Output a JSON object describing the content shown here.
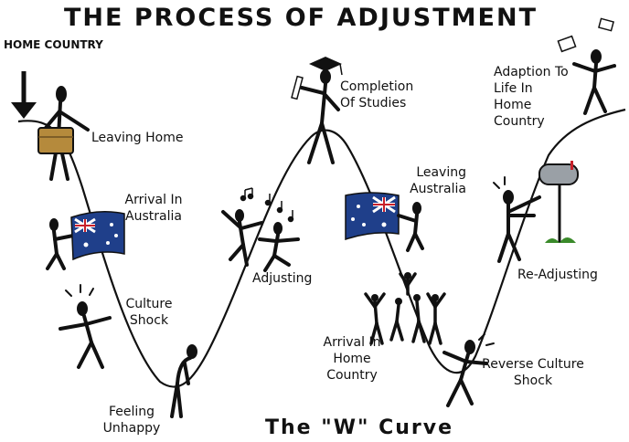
{
  "title": "THE PROCESS OF ADJUSTMENT",
  "colors": {
    "ink": "#111111",
    "suitcase": "#b58a3c",
    "flag_blue": "#1f3f8a",
    "flag_red": "#c8202a",
    "mailbox": "#9aa0a6",
    "grass": "#3a8a2a"
  },
  "labels": {
    "home_country": "HOME COUNTRY",
    "leaving_home": "Leaving Home",
    "arrival_in_australia": "Arrival In Australia",
    "culture_shock": "Culture Shock",
    "feeling_unhappy": "Feeling Unhappy",
    "adjusting": "Adjusting",
    "completion_of_studies": "Completion Of Studies",
    "leaving_australia": "Leaving Australia",
    "arrival_in_home_country": "Arrival In Home Country",
    "reverse_culture_shock": "Reverse Culture Shock",
    "re_adjusting": "Re-Adjusting",
    "adaption": "Adaption To Life In Home Country"
  },
  "caption": "The \"W\" Curve",
  "icons": {
    "arrow": "down-arrow-icon",
    "figure": "stick-figure-icon",
    "flag": "australian-flag-icon",
    "suitcase": "suitcase-icon",
    "cap": "graduation-cap-icon",
    "mailbox": "mailbox-icon",
    "notes": "music-note-icon"
  }
}
